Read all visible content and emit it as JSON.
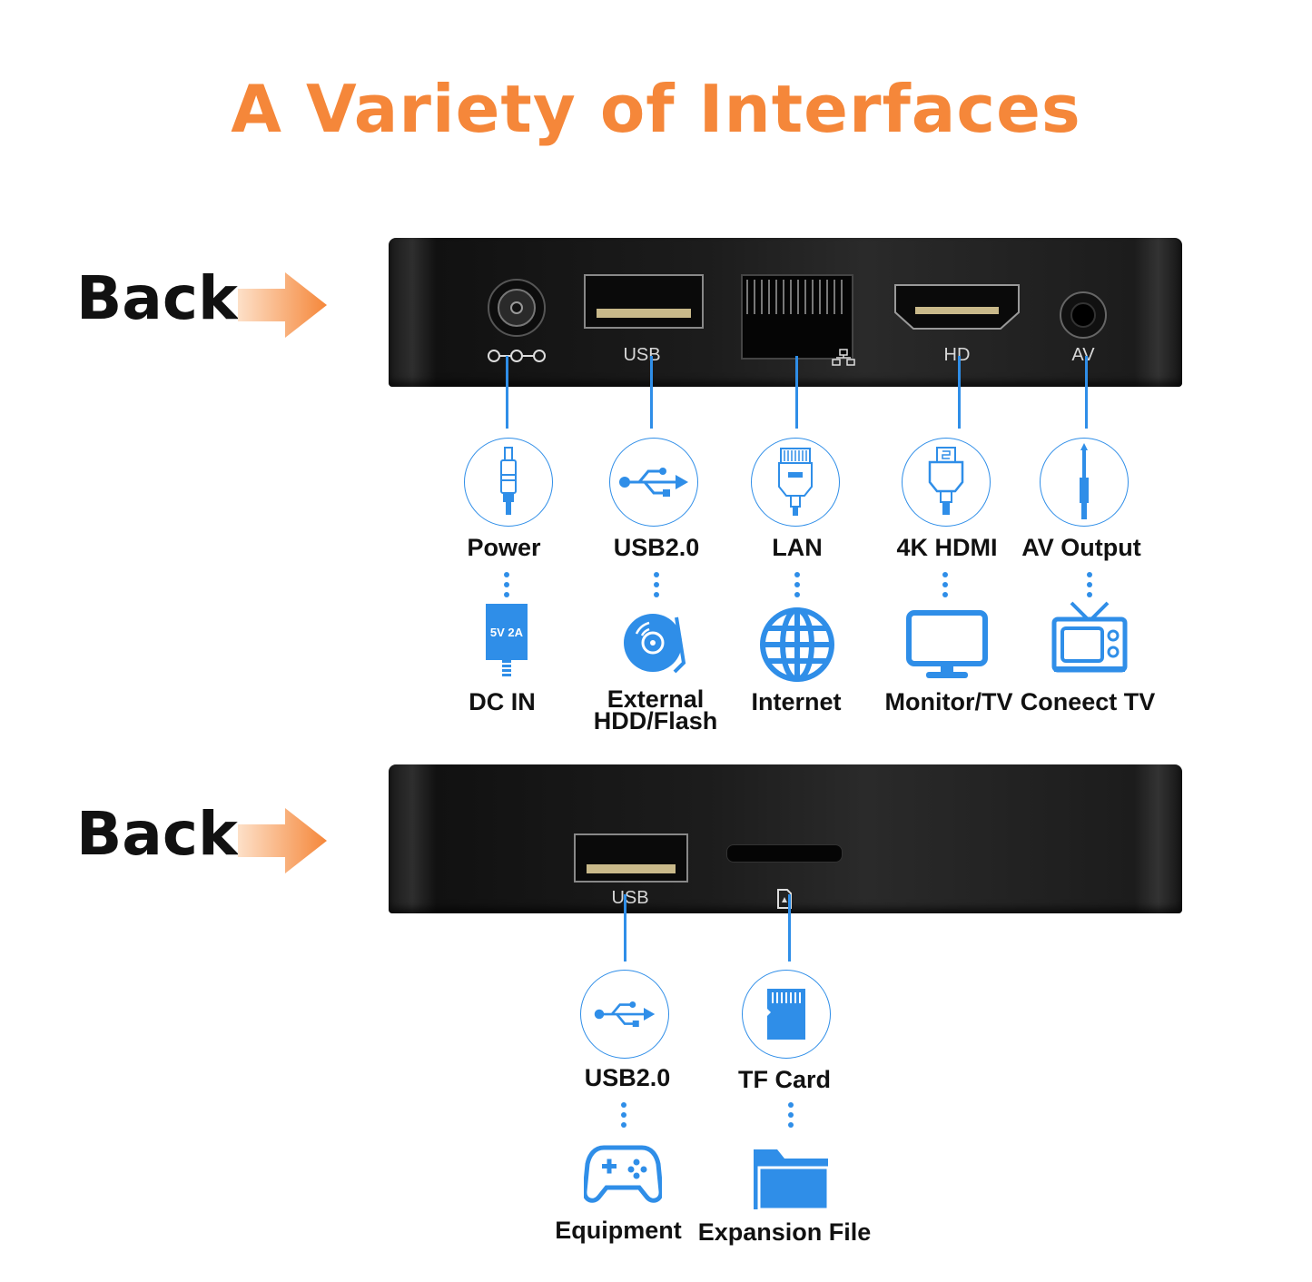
{
  "title": "A Variety of Interfaces",
  "colors": {
    "accent": "#f5873a",
    "icon_blue": "#2f8ee8",
    "device": "#1c1c1c"
  },
  "panels": [
    {
      "label": "Back",
      "port_labels": [
        "USB",
        "HD",
        "AV"
      ],
      "ports": [
        {
          "name": "Power",
          "icon": "power-plug-icon",
          "use": "DC IN",
          "use_icon": "power-adapter-icon",
          "adapter_text": "5V 2A"
        },
        {
          "name": "USB2.0",
          "icon": "usb-icon",
          "use": "External HDD/Flash",
          "use_line1": "External",
          "use_line2": "HDD/Flash",
          "use_icon": "disk-icon"
        },
        {
          "name": "LAN",
          "icon": "ethernet-icon",
          "use": "Internet",
          "use_icon": "globe-icon"
        },
        {
          "name": "4K HDMI",
          "icon": "hdmi-icon",
          "use": "Monitor/TV",
          "use_icon": "monitor-icon"
        },
        {
          "name": "AV Output",
          "icon": "av-jack-icon",
          "use": "Coneect TV",
          "use_icon": "tv-icon"
        }
      ]
    },
    {
      "label": "Back",
      "port_labels": [
        "USB"
      ],
      "ports": [
        {
          "name": "USB2.0",
          "icon": "usb-icon",
          "use": "Equipment",
          "use_icon": "gamepad-icon"
        },
        {
          "name": "TF Card",
          "icon": "sd-card-icon",
          "use": "Expansion File",
          "use_icon": "folder-icon"
        }
      ]
    }
  ]
}
